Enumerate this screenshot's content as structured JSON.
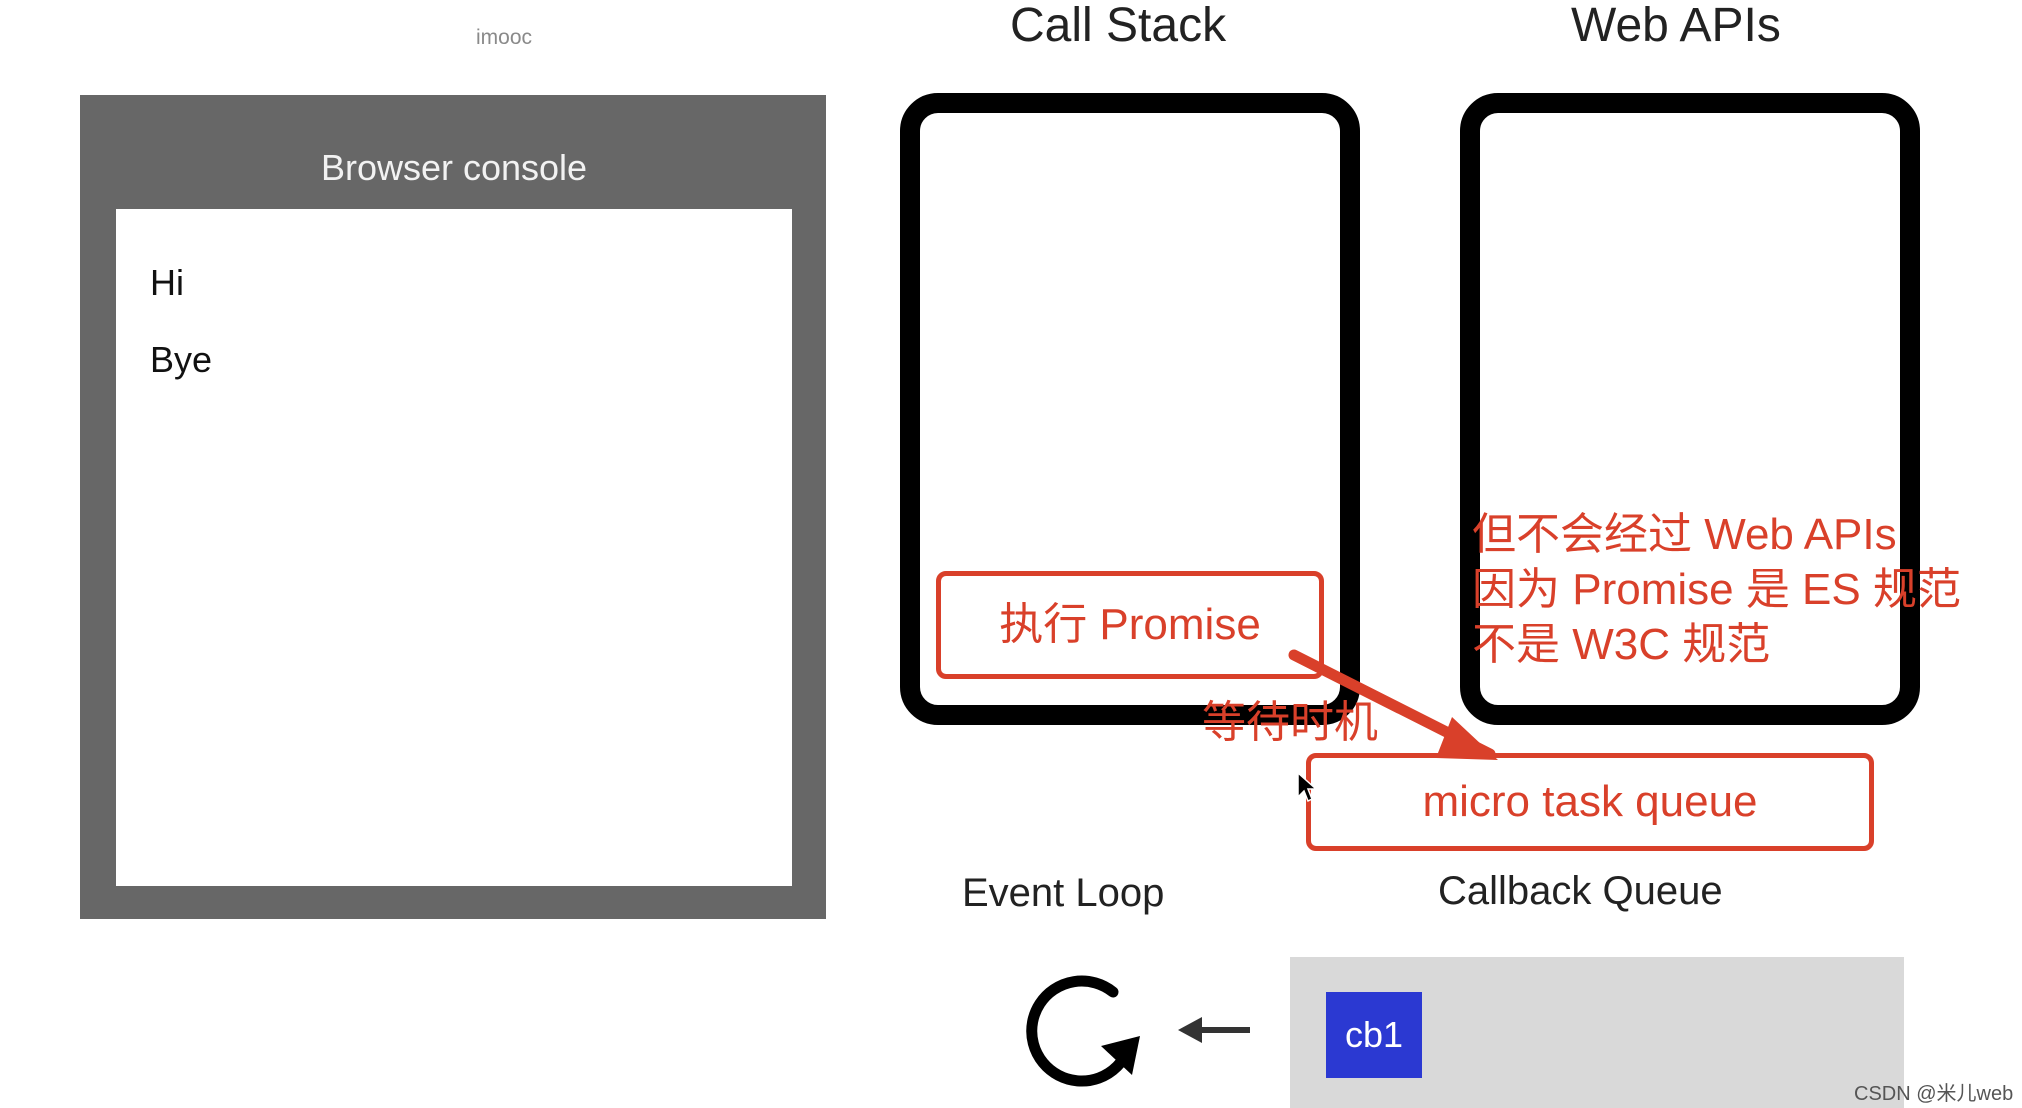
{
  "watermark": "imooc",
  "console": {
    "title": "Browser console",
    "lines": [
      "Hi",
      "Bye"
    ]
  },
  "call_stack": {
    "title": "Call Stack",
    "frame": "执行 Promise"
  },
  "web_apis": {
    "title": "Web APIs"
  },
  "annotations": {
    "wait": "等待时机",
    "note_lines": [
      "但不会经过 Web APIs",
      "因为 Promise 是 ES 规范",
      "不是 W3C 规范"
    ],
    "micro_task_queue": "micro task queue"
  },
  "event_loop": {
    "title": "Event Loop"
  },
  "callback_queue": {
    "title": "Callback Queue",
    "items": [
      "cb1"
    ]
  },
  "credit": "CSDN @米儿web",
  "colors": {
    "annotation_red": "#d9402a",
    "console_frame": "#676767",
    "callback_chip": "#2b39d2",
    "callback_area": "#d9d9d9"
  }
}
